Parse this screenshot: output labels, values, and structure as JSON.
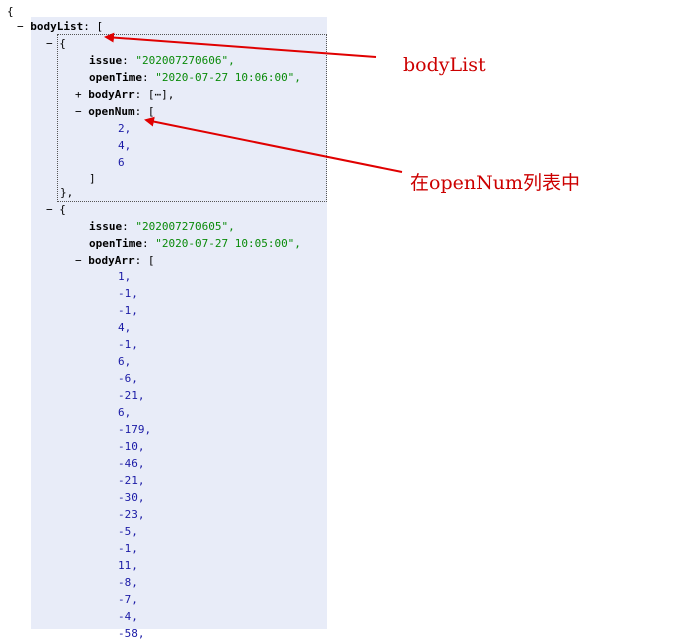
{
  "json": {
    "open_brace": "{",
    "bodyList_key": "bodyList",
    "open_bracket": "[",
    "item1": {
      "open": "{",
      "issue_key": "issue",
      "issue_val": "\"202007270606\",",
      "openTime_key": "openTime",
      "openTime_val": "\"2020-07-27 10:06:00\",",
      "bodyArr_key": "bodyArr",
      "bodyArr_collapsed": "[⋯],",
      "openNum_key": "openNum",
      "openNum_open": "[",
      "openNum_values": [
        "2,",
        "4,",
        "6"
      ],
      "openNum_close": "]",
      "close": "},"
    },
    "item2": {
      "open": "{",
      "issue_key": "issue",
      "issue_val": "\"202007270605\",",
      "openTime_key": "openTime",
      "openTime_val": "\"2020-07-27 10:05:00\",",
      "bodyArr_key": "bodyArr",
      "bodyArr_open": "[",
      "bodyArr_values": [
        "1,",
        "-1,",
        "-1,",
        "4,",
        "-1,",
        "6,",
        "-6,",
        "-21,",
        "6,",
        "-179,",
        "-10,",
        "-46,",
        "-21,",
        "-30,",
        "-23,",
        "-5,",
        "-1,",
        "11,",
        "-8,",
        "-7,",
        "-4,",
        "-58,"
      ]
    },
    "toggle_expanded": "−",
    "toggle_collapsed": "+"
  },
  "annotations": {
    "label1": "bodyList",
    "label2": "在openNum列表中",
    "arrow_color": "#e00000"
  }
}
